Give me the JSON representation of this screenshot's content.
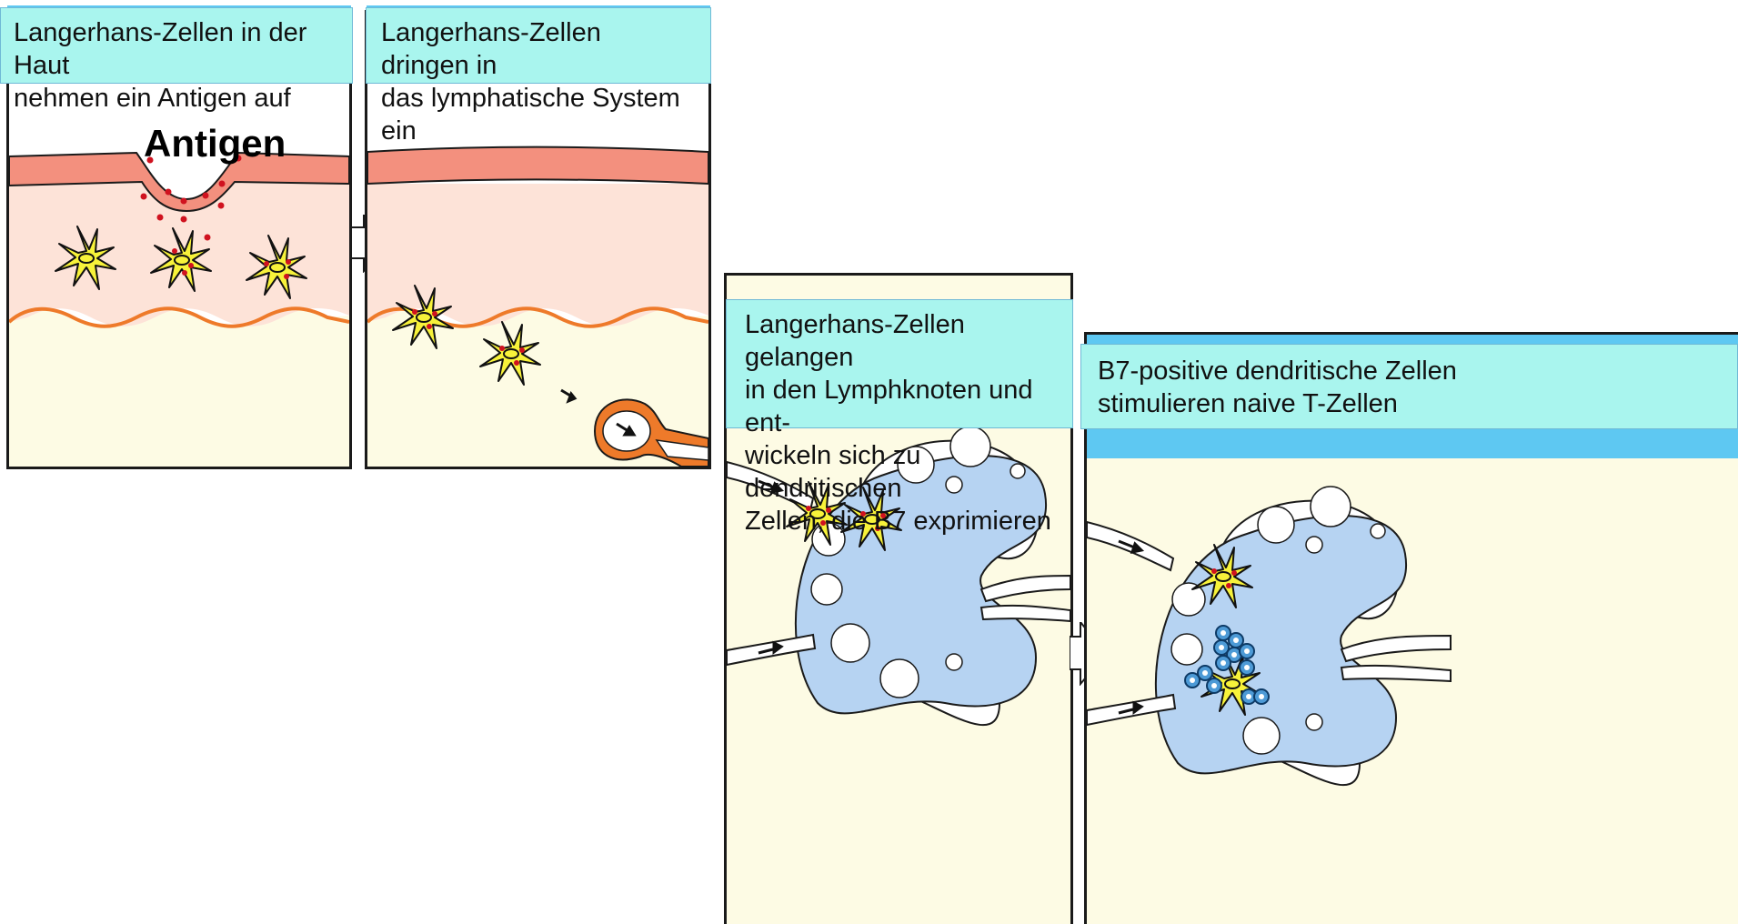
{
  "captions": {
    "panel1": "Langerhans-Zellen in der Haut\n nehmen ein Antigen auf",
    "panel2": "Langerhans-Zellen dringen in\ndas lymphatische System ein",
    "panel3": "Langerhans-Zellen gelangen\nin den Lymphknoten und ent-\nwickeln sich zu dendritischen\nZellen, die B7 exprimieren",
    "panel4": "B7-positive dendritische Zellen\nstimulieren naive T-Zellen"
  },
  "labels": {
    "antigen": "Antigen"
  },
  "colors": {
    "caption_bg": "#a9f5ee",
    "epidermis": "#f3907e",
    "dermis": "#fde3d8",
    "tissue": "#fdfbe4",
    "node": "#b6d3f2",
    "cell": "#f7f23a",
    "antigen_dot": "#d0121f",
    "t_cell": "#1f5f9a"
  }
}
